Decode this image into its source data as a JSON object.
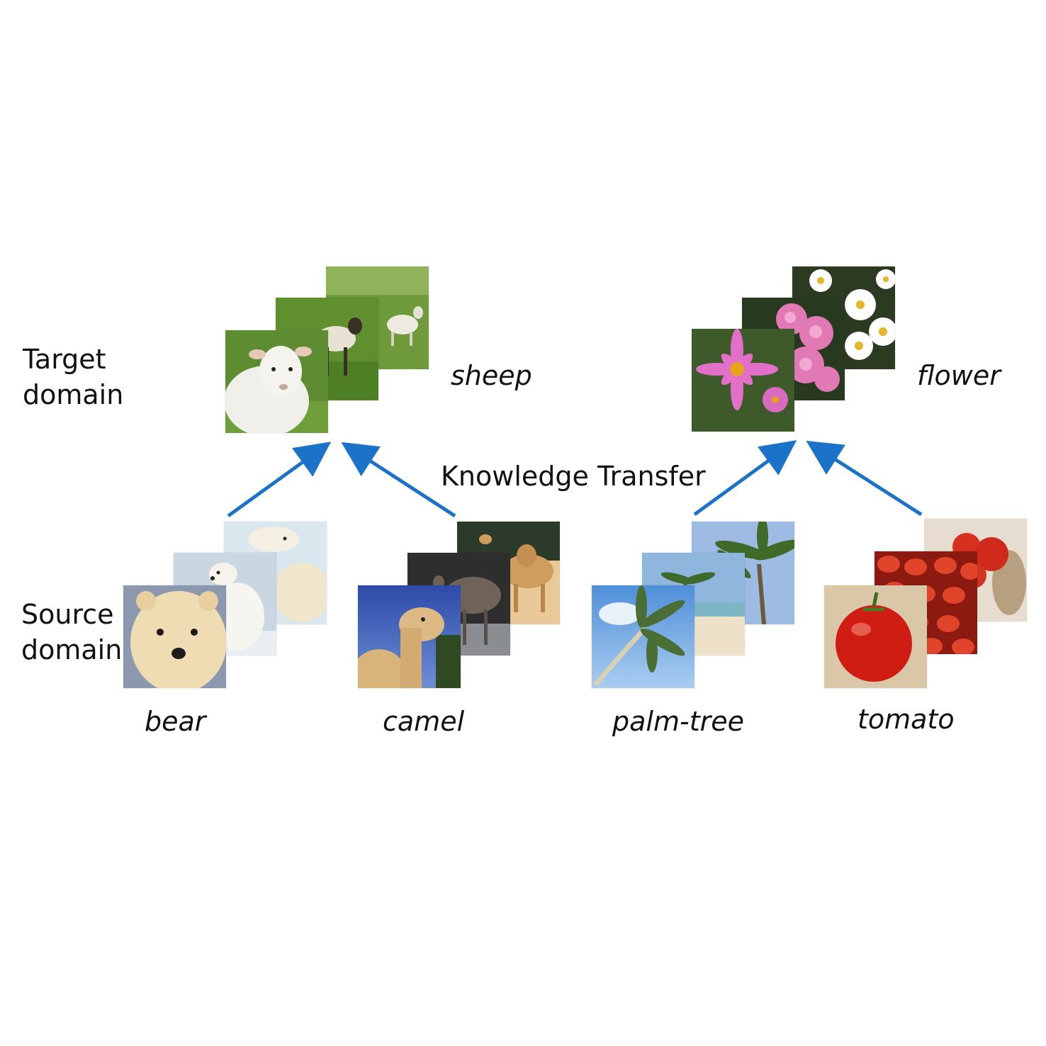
{
  "rows": {
    "target": {
      "line1": "Target",
      "line2": "domain"
    },
    "source": {
      "line1": "Source",
      "line2": "domain"
    }
  },
  "knowledge_transfer": "Knowledge Transfer",
  "target_classes": [
    "sheep",
    "flower"
  ],
  "source_classes": [
    "bear",
    "camel",
    "palm-tree",
    "tomato"
  ],
  "arrow_color": "#1a73c8"
}
